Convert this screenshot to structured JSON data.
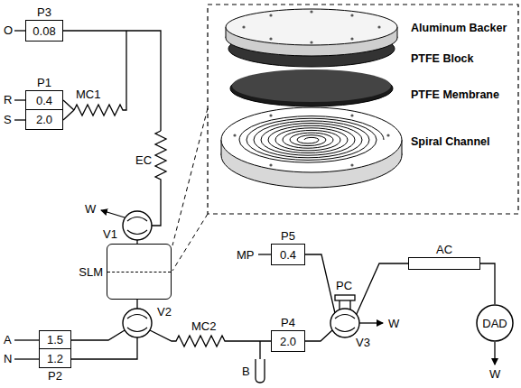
{
  "diagram": {
    "nodes": [
      {
        "text": [
          "P3",
          "0.08"
        ]
      },
      {
        "text": [
          "P1",
          "0.4",
          "2.0"
        ]
      },
      {
        "text": [
          "1.5",
          "1.2",
          "P2"
        ]
      },
      {
        "text": [
          "SLM"
        ]
      },
      {
        "text": [
          "P5",
          "0.4"
        ]
      },
      {
        "text": [
          "P4",
          "2.0"
        ]
      },
      {
        "text": [
          "AC"
        ]
      },
      {
        "text": [
          "DAD"
        ]
      }
    ],
    "edges": [
      {
        "from": 6,
        "to": 7,
        "arrow": "none"
      }
    ],
    "labels": [
      "O",
      "R",
      "S",
      "EC",
      "MC1",
      "W",
      "V1",
      "V2",
      "A",
      "N",
      "MC2",
      "B",
      "MP",
      "PC",
      "V3",
      "W",
      "W",
      "Aluminum Backer",
      "PTFE Block",
      "PTFE Membrane",
      "Spiral Channel"
    ]
  }
}
